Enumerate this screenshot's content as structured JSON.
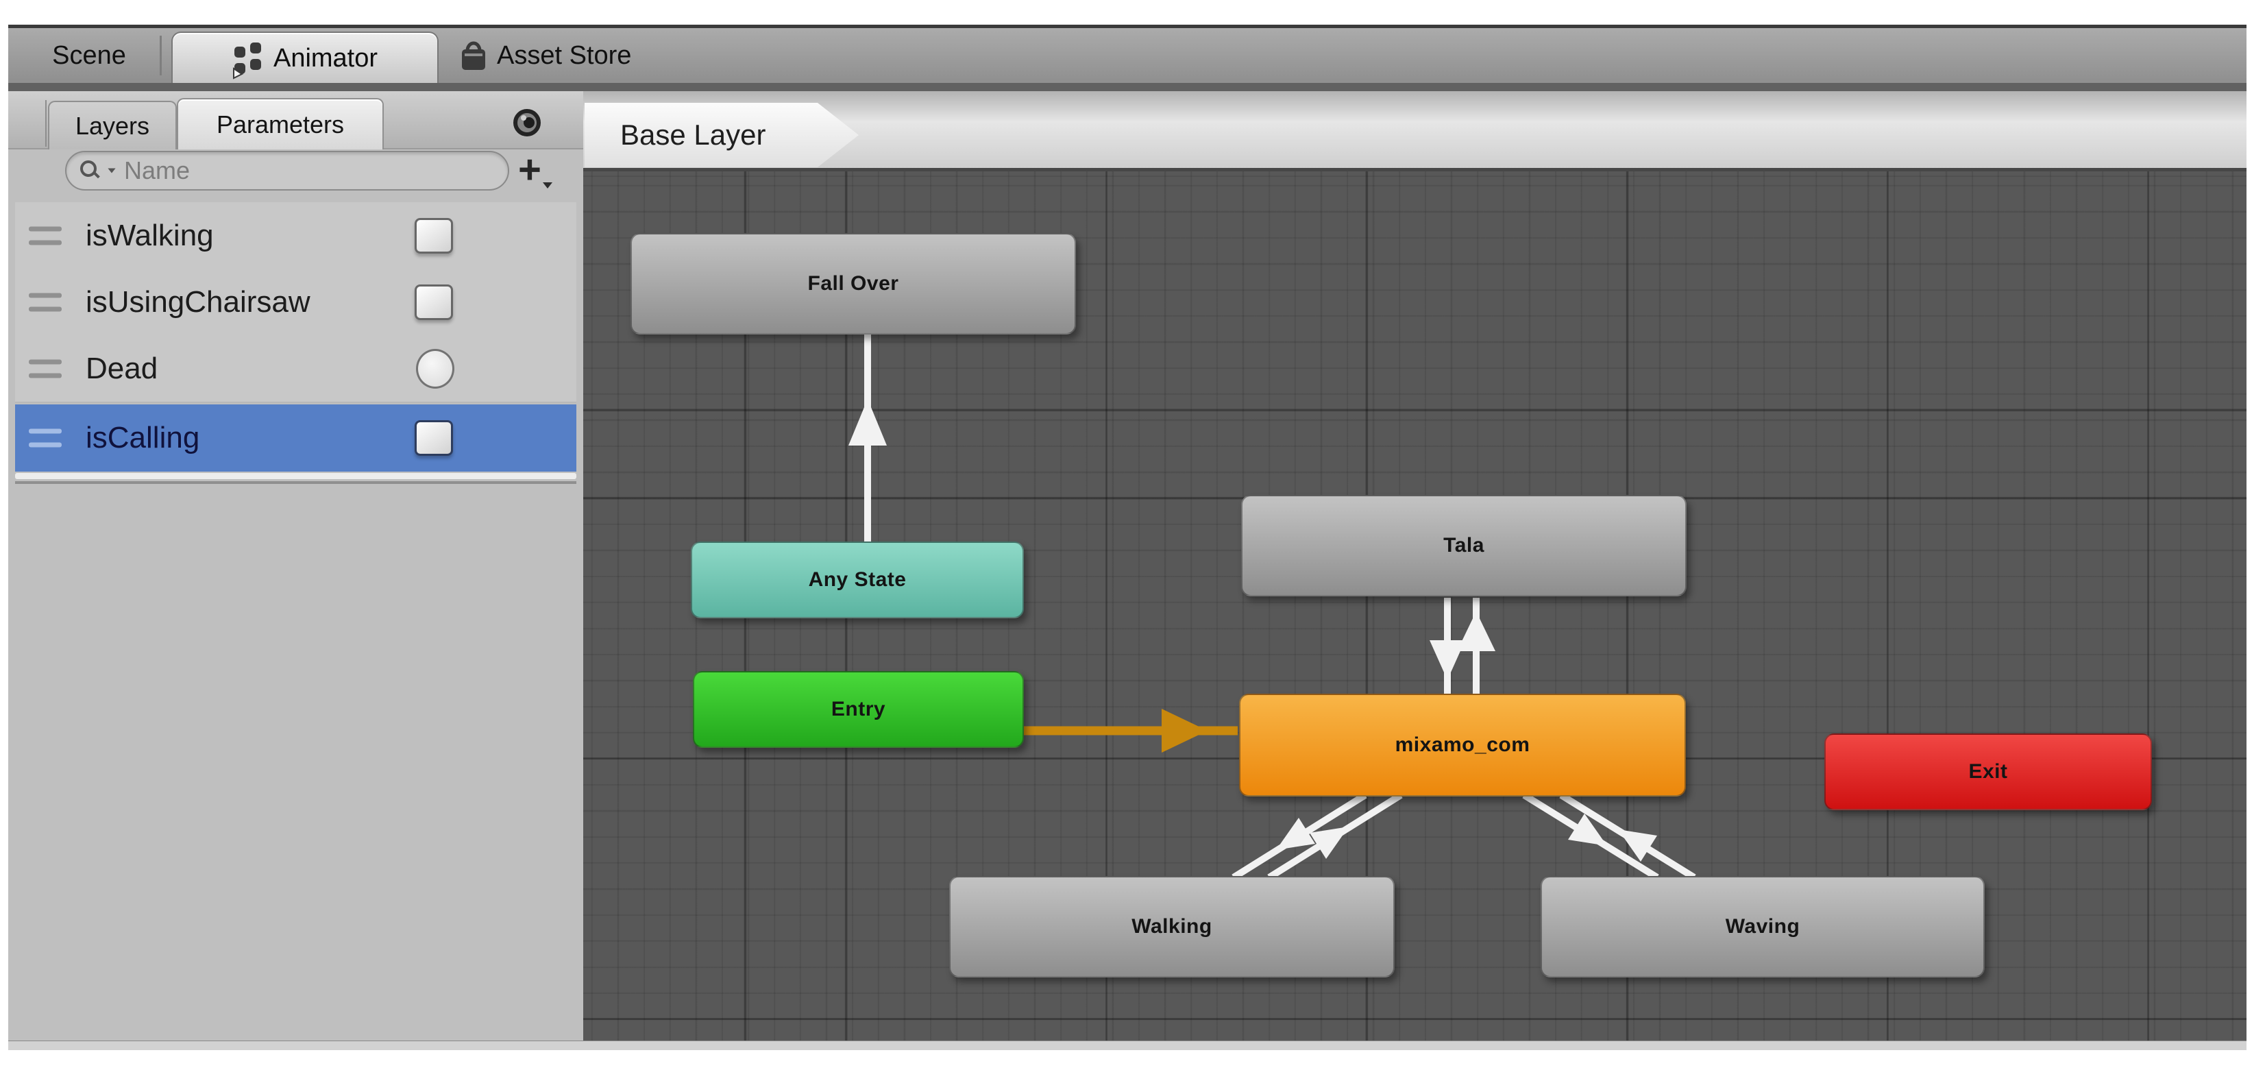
{
  "window_tabs": [
    {
      "label": "Scene",
      "active": false
    },
    {
      "label": "Animator",
      "active": true,
      "icon": "animator-icon"
    },
    {
      "label": "Asset Store",
      "active": false,
      "icon": "asset-store-icon"
    }
  ],
  "sidebar": {
    "tabs": [
      {
        "label": "Layers",
        "active": false
      },
      {
        "label": "Parameters",
        "active": true
      }
    ],
    "eye_button_icon": "eye-icon",
    "search": {
      "placeholder": "Name"
    },
    "add_button_label": "+",
    "parameters": [
      {
        "name": "isWalking",
        "type": "bool",
        "checked": false,
        "selected": false
      },
      {
        "name": "isUsingChairsaw",
        "type": "bool",
        "checked": false,
        "selected": false
      },
      {
        "name": "Dead",
        "type": "trigger",
        "selected": false
      },
      {
        "name": "isCalling",
        "type": "bool",
        "checked": false,
        "selected": true
      }
    ]
  },
  "graph": {
    "breadcrumb": "Base Layer",
    "nodes": [
      {
        "id": "fall-over",
        "label": "Fall Over",
        "kind": "state"
      },
      {
        "id": "any-state",
        "label": "Any State",
        "kind": "any-state"
      },
      {
        "id": "tala",
        "label": "Tala",
        "kind": "state"
      },
      {
        "id": "entry",
        "label": "Entry",
        "kind": "entry"
      },
      {
        "id": "mixamo-com",
        "label": "mixamo_com",
        "kind": "current-state"
      },
      {
        "id": "exit",
        "label": "Exit",
        "kind": "exit"
      },
      {
        "id": "walking",
        "label": "Walking",
        "kind": "state"
      },
      {
        "id": "waving",
        "label": "Waving",
        "kind": "state"
      }
    ],
    "edges": [
      {
        "from": "any-state",
        "to": "fall-over",
        "color": "#f2f2f2"
      },
      {
        "from": "tala",
        "to": "mixamo-com",
        "color": "#f2f2f2"
      },
      {
        "from": "mixamo-com",
        "to": "tala",
        "color": "#f2f2f2"
      },
      {
        "from": "entry",
        "to": "mixamo-com",
        "color": "#c8880d"
      },
      {
        "from": "mixamo-com",
        "to": "walking",
        "color": "#f2f2f2"
      },
      {
        "from": "walking",
        "to": "mixamo-com",
        "color": "#f2f2f2"
      },
      {
        "from": "mixamo-com",
        "to": "waving",
        "color": "#f2f2f2"
      },
      {
        "from": "waving",
        "to": "mixamo-com",
        "color": "#f2f2f2"
      }
    ],
    "colors": {
      "state_gray": "#a8a8a8",
      "any_state_teal": "#7ed3c0",
      "entry_green": "#35c72c",
      "current_state_orange": "#f2a031",
      "exit_red": "#e02020",
      "transition_white": "#f2f2f2",
      "entry_transition_orange": "#c8880d",
      "selection_blue": "#567fc6",
      "canvas_gray": "#585858"
    }
  }
}
